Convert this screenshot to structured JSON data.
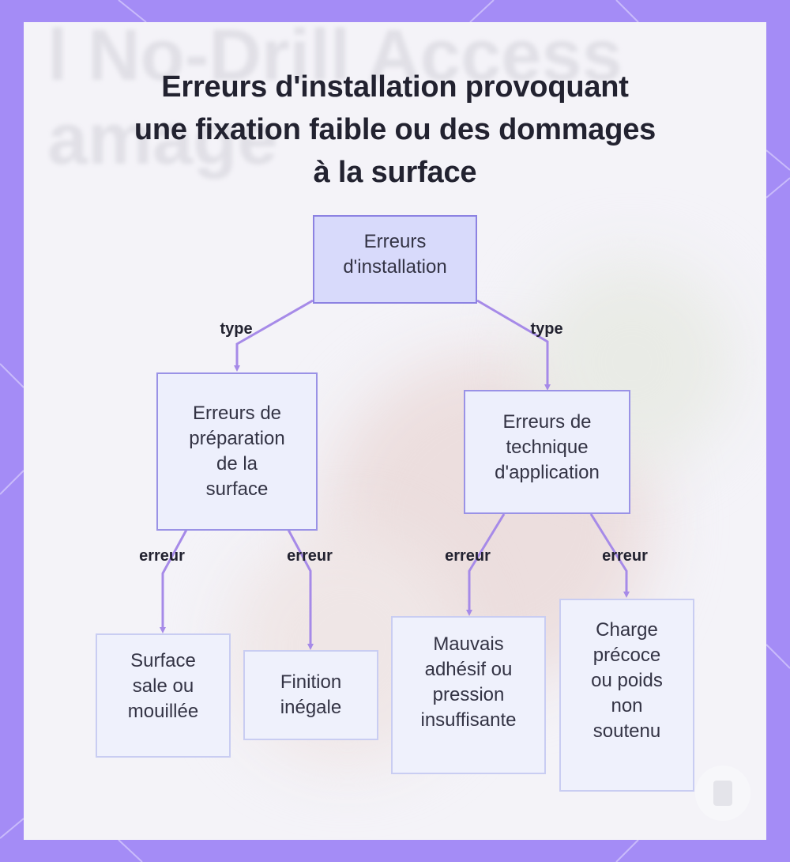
{
  "diagram": {
    "title_lines": [
      "Erreurs d'installation provoquant",
      "une fixation faible ou des dommages",
      "à la surface"
    ],
    "watermark_lines": [
      "l No-Drill Access",
      "amage"
    ],
    "nodes": {
      "root": {
        "lines": [
          "Erreurs",
          "d'installation"
        ]
      },
      "surface_prep": {
        "lines": [
          "Erreurs de",
          "préparation",
          "de la",
          "surface"
        ]
      },
      "application": {
        "lines": [
          "Erreurs de",
          "technique",
          "d'application"
        ]
      },
      "dirty_surface": {
        "lines": [
          "Surface",
          "sale ou",
          "mouillée"
        ]
      },
      "uneven_finish": {
        "lines": [
          "Finition",
          "inégale"
        ]
      },
      "bad_adhesive": {
        "lines": [
          "Mauvais",
          "adhésif ou",
          "pression",
          "insuffisante"
        ]
      },
      "early_load": {
        "lines": [
          "Charge",
          "précoce",
          "ou poids",
          "non",
          "soutenu"
        ]
      }
    },
    "edge_labels": {
      "root_to_surface_prep": "type",
      "root_to_application": "type",
      "surface_prep_to_dirty": "erreur",
      "surface_prep_to_uneven": "erreur",
      "application_to_adhesive": "erreur",
      "application_to_load": "erreur"
    },
    "colors": {
      "frame": "#a48cf6",
      "edge": "#a68ae8",
      "root_fill": "#d8dafb",
      "node_fill": "#edeffc"
    }
  }
}
